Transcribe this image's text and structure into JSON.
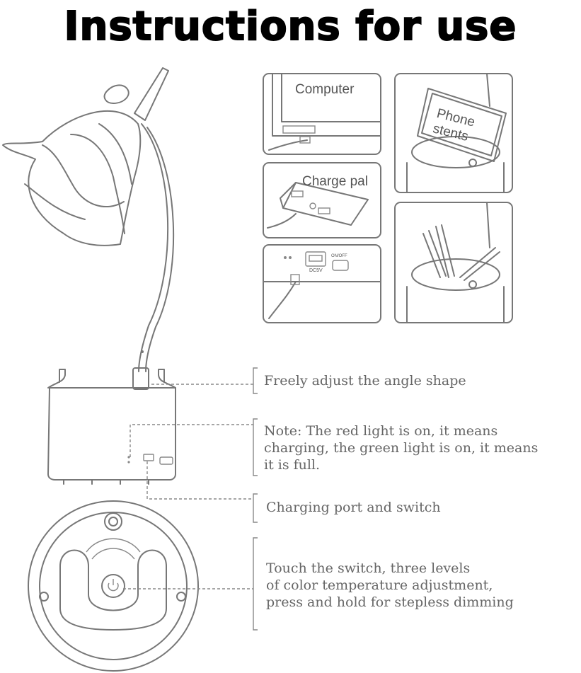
{
  "title": "Instructions for use",
  "panels": {
    "computer": "Computer",
    "phone_line1": "Phone",
    "phone_line2": "stents",
    "charge_pal": "Charge pal",
    "dc_label": "DC5V",
    "onoff_label": "ON/OFF"
  },
  "callouts": {
    "angle": "Freely adjust the angle shape",
    "note_lines": [
      "Note: The red light is on, it means",
      "charging, the green light is on, it means",
      "it is full."
    ],
    "port": "Charging port and switch",
    "touch_lines": [
      "Touch the switch, three levels",
      "of color temperature adjustment,",
      "press and hold for stepless dimming"
    ]
  }
}
